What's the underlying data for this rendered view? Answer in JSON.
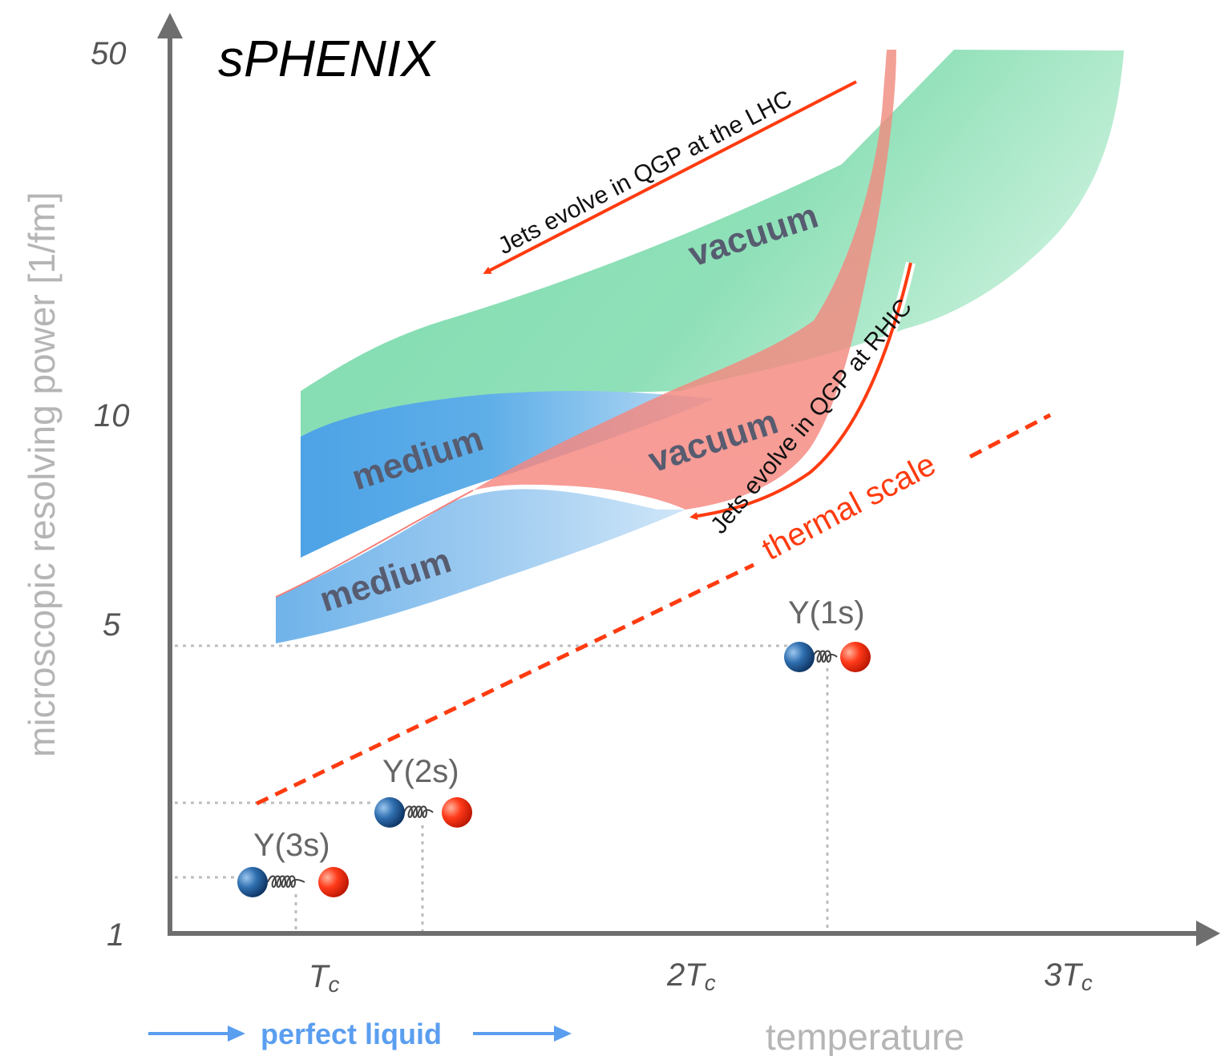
{
  "title": "sPHENIX",
  "y_axis": {
    "label": "microscopic resolving power  [1/fm]",
    "ticks": [
      "50",
      "10",
      "5",
      "1"
    ],
    "scale": "log"
  },
  "x_axis": {
    "label": "temperature",
    "ticks": [
      {
        "base": "T",
        "sub": "c"
      },
      {
        "base": "2T",
        "sub": "c"
      },
      {
        "base": "3T",
        "sub": "c"
      }
    ]
  },
  "regions": {
    "vacuum_lhc": "vacuum",
    "vacuum_rhic": "vacuum",
    "medium_lhc": "medium",
    "medium_rhic": "medium"
  },
  "annotations": {
    "jets_lhc": "Jets evolve in QGP at the LHC",
    "jets_rhic": "Jets evolve in QGP at RHIC",
    "thermal_scale": "thermal scale",
    "perfect_liquid": "perfect liquid"
  },
  "states": [
    {
      "label": "Υ(1s)"
    },
    {
      "label": "Υ(2s)"
    },
    {
      "label": "Υ(3s)"
    }
  ],
  "colors": {
    "axis": "#6e6e6e",
    "lhc_band": "#7fdcaf",
    "rhic_band": "#f5807a",
    "medium": "#4da3e6",
    "arrow": "#ff3b10",
    "perfect_liquid": "#5a9ef0"
  }
}
